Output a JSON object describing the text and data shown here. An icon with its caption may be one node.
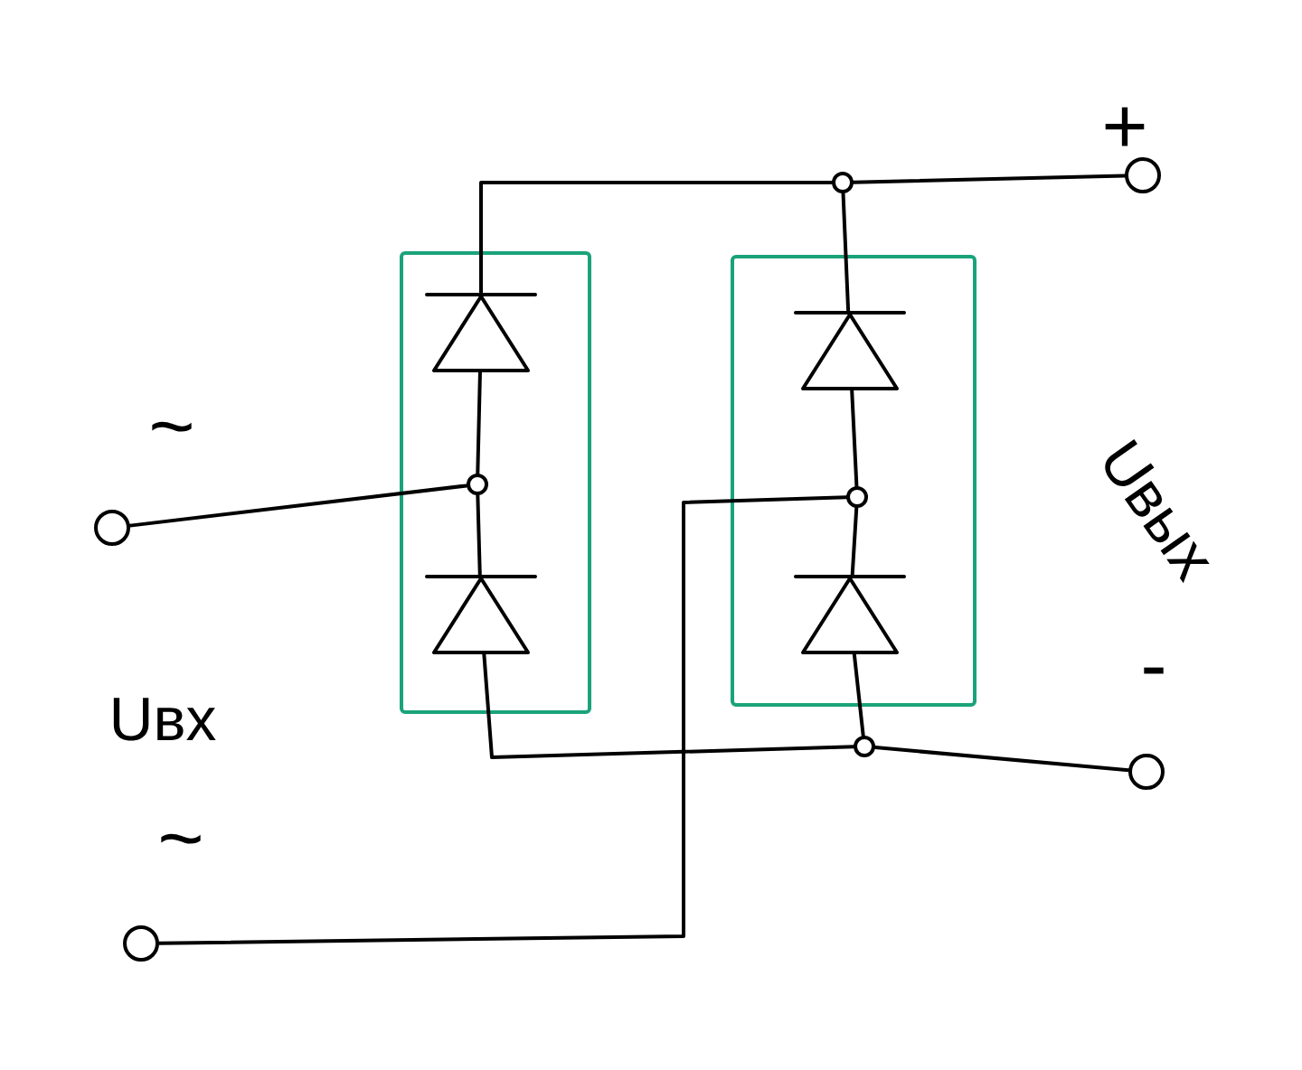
{
  "diagram": {
    "nodes": [
      {
        "text": [],
        "shape": "box"
      },
      {
        "text": [],
        "shape": "diode",
        "in": 0
      },
      {
        "text": [],
        "shape": "diode",
        "in": 0
      },
      {
        "text": [],
        "shape": "box"
      },
      {
        "text": [],
        "shape": "diode",
        "in": 3
      },
      {
        "text": [],
        "shape": "diode",
        "in": 3
      },
      {
        "text": [],
        "shape": "circle",
        "in": 0
      },
      {
        "text": [],
        "shape": "circle",
        "in": 3
      },
      {
        "text": [],
        "shape": "circle"
      },
      {
        "text": [],
        "shape": "circle"
      },
      {
        "text": [],
        "shape": "circle",
        "beside": [
          "~"
        ]
      },
      {
        "text": [],
        "shape": "circle",
        "beside": [
          "~"
        ]
      },
      {
        "text": [],
        "shape": "circle",
        "beside": [
          "+"
        ]
      },
      {
        "text": [],
        "shape": "circle",
        "beside": [
          "-"
        ]
      }
    ],
    "edges": [
      {
        "from": 10,
        "to": 6,
        "arrow": "none"
      },
      {
        "from": 11,
        "to": 7,
        "arrow": "none"
      },
      {
        "from": 1,
        "to": 6,
        "arrow": "none"
      },
      {
        "from": 6,
        "to": 2,
        "arrow": "none"
      },
      {
        "from": 4,
        "to": 7,
        "arrow": "none"
      },
      {
        "from": 7,
        "to": 5,
        "arrow": "none"
      },
      {
        "from": 1,
        "to": 8,
        "arrow": "none"
      },
      {
        "from": 8,
        "to": 4,
        "arrow": "none"
      },
      {
        "from": 8,
        "to": 12,
        "arrow": "none"
      },
      {
        "from": 2,
        "to": 9,
        "arrow": "none"
      },
      {
        "from": 5,
        "to": 9,
        "arrow": "none"
      },
      {
        "from": 9,
        "to": 13,
        "arrow": "none"
      }
    ],
    "labels": [
      "Uвх",
      "Uвых"
    ]
  }
}
